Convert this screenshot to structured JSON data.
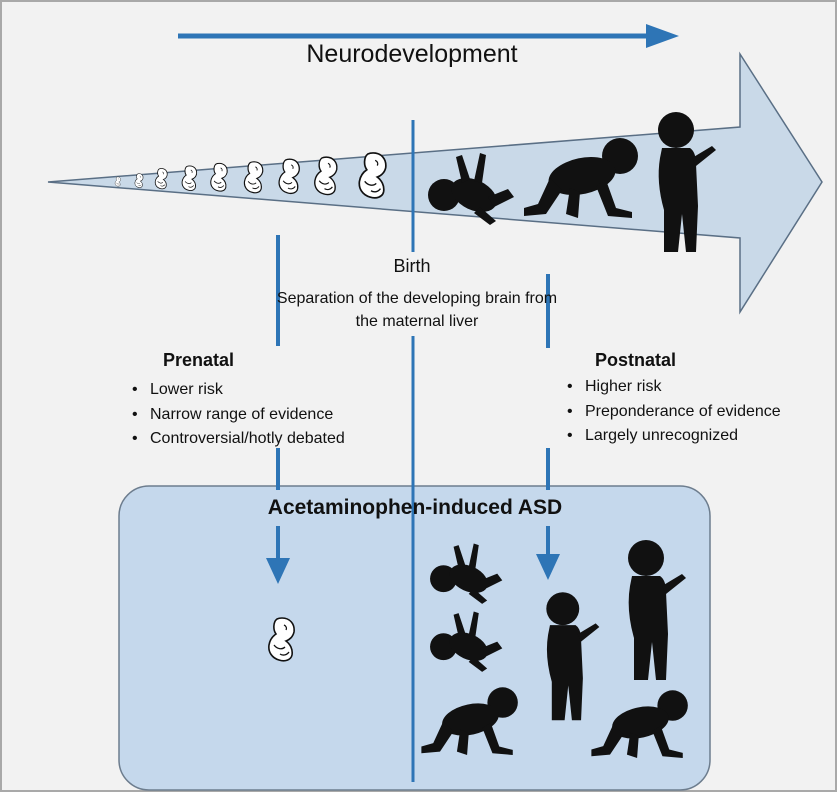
{
  "diagram": {
    "title": "Neurodevelopment",
    "birth": {
      "label": "Birth",
      "note": "Separation of the developing brain from the maternal liver"
    },
    "prenatal": {
      "heading": "Prenatal",
      "points": [
        "Lower risk",
        "Narrow range of evidence",
        "Controversial/hotly debated"
      ]
    },
    "postnatal": {
      "heading": "Postnatal",
      "points": [
        "Higher risk",
        "Preponderance of evidence",
        "Largely unrecognized"
      ]
    },
    "outcome_label": "Acetaminophen-induced ASD"
  },
  "colors": {
    "arrow_blue": "#2e75b6",
    "big_arrow_fill": "#c9d9e8",
    "outcome_box_fill": "#c5d8ec",
    "silhouette": "#111111",
    "background": "#f2f2f2"
  },
  "icons": {
    "fetus_stages": "fetus-outline-icon",
    "infant_lying": "infant-lying-icon",
    "infant_crawling": "infant-crawling-icon",
    "toddler_standing": "toddler-standing-icon"
  }
}
